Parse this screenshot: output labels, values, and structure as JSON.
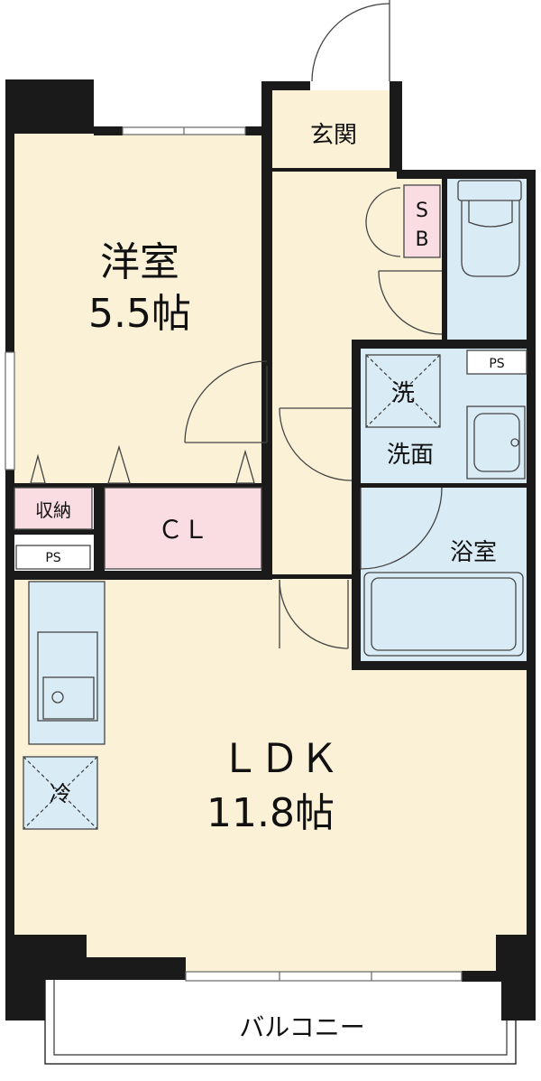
{
  "rooms": {
    "western_name": "洋室",
    "western_size": "5.5帖",
    "ldk_name": "ＬＤＫ",
    "ldk_size": "11.8帖",
    "entrance": "玄関",
    "closet": "ＣＬ",
    "storage": "収納",
    "sb_top": "S",
    "sb_bottom": "B",
    "washer": "洗",
    "washroom": "洗面",
    "bathroom": "浴室",
    "ps_left": "PS",
    "ps_right": "PS",
    "fridge": "冷",
    "balcony": "バルコニー"
  },
  "colors": {
    "floor": "#faf1d7",
    "wet_area": "#d9ecf6",
    "storage": "#f9dde3",
    "wall": "#1a1a1a"
  }
}
